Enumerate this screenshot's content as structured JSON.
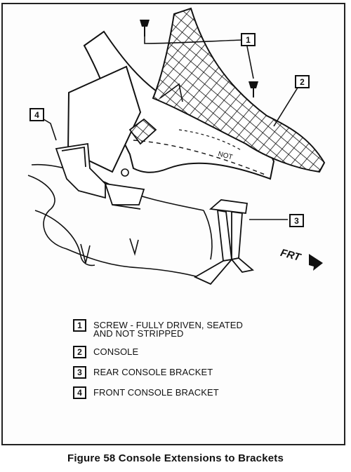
{
  "figure": {
    "caption": "Figure 58 Console Extensions to Brackets"
  },
  "diagram": {
    "direction_label": "FRT",
    "callouts": [
      {
        "id": "callout-1",
        "number": "1"
      },
      {
        "id": "callout-2",
        "number": "2"
      },
      {
        "id": "callout-3",
        "number": "3"
      },
      {
        "id": "callout-4",
        "number": "4"
      }
    ]
  },
  "legend": {
    "items": [
      {
        "number": "1",
        "text": "SCREW - FULLY DRIVEN, SEATED\nAND NOT STRIPPED"
      },
      {
        "number": "2",
        "text": "CONSOLE"
      },
      {
        "number": "3",
        "text": "REAR CONSOLE BRACKET"
      },
      {
        "number": "4",
        "text": "FRONT CONSOLE BRACKET"
      }
    ]
  }
}
